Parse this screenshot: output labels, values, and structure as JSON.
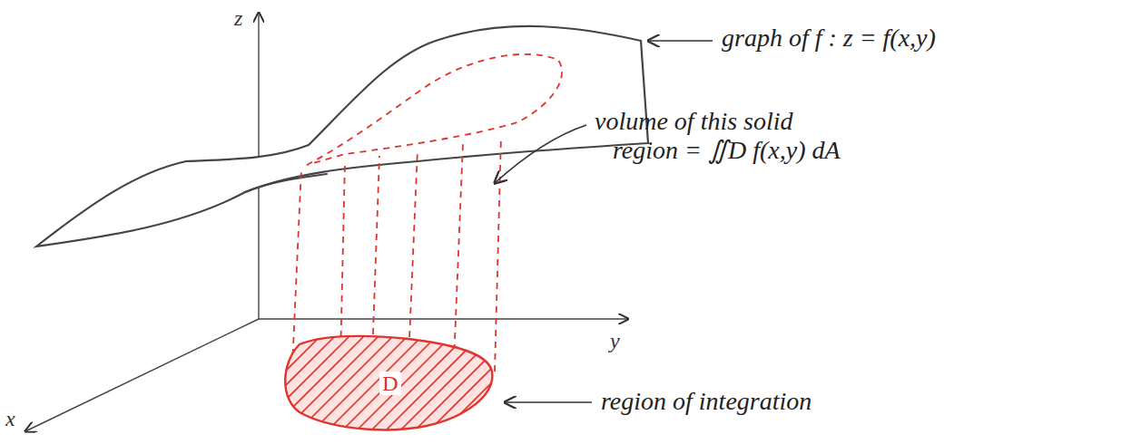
{
  "diagram": {
    "nodes": [
      {
        "text": [
          "D"
        ]
      }
    ],
    "labels": [
      "z",
      "y",
      "x",
      "graph of f : z = f(x,y)",
      "volume of this solid region = ∬D f(x,y) dA",
      "region of integration"
    ]
  }
}
